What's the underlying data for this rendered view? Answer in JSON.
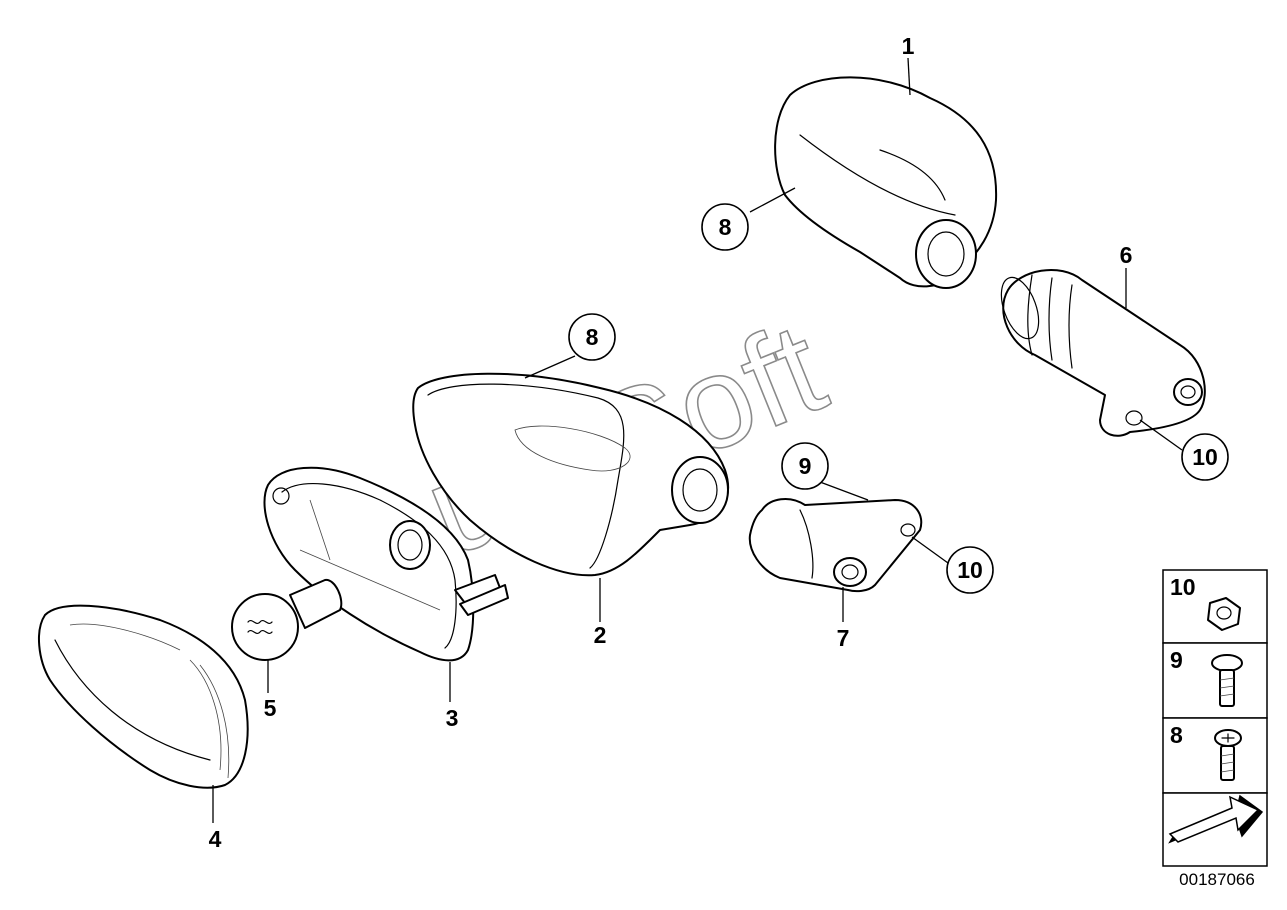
{
  "watermark": "AutoSoft",
  "diagram_code": "00187066",
  "labels": {
    "p1": "1",
    "p2": "2",
    "p3": "3",
    "p4": "4",
    "p5": "5",
    "p6": "6",
    "p7": "7",
    "p8_top": "8",
    "p8_mid": "8",
    "p9": "9",
    "p10_right": "10",
    "p10_mid": "10"
  },
  "legend": [
    {
      "number": "10",
      "icon": "hex-nut-icon"
    },
    {
      "number": "9",
      "icon": "flange-screw-icon"
    },
    {
      "number": "8",
      "icon": "phillips-screw-icon"
    },
    {
      "number": "",
      "icon": "navigation-arrow-icon"
    }
  ],
  "colors": {
    "line": "#000000",
    "watermark": "#8a8a8a",
    "background": "#ffffff"
  }
}
